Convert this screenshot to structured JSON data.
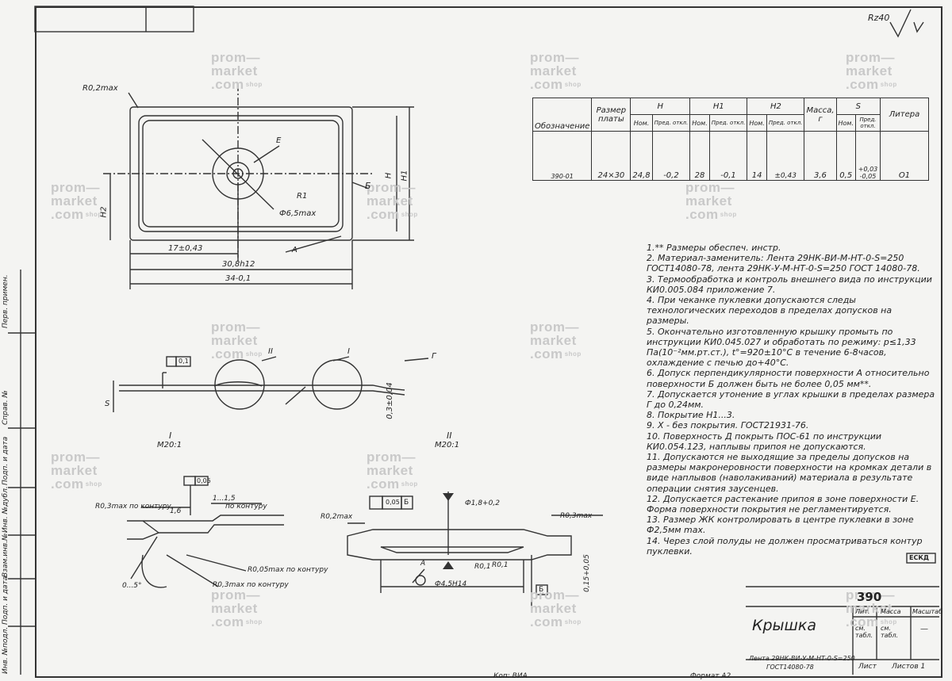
{
  "drawing": {
    "roughness": "Rz40",
    "title": "Крышка",
    "designation": "390",
    "material_line1": "Лента 29НК-ВИ-У-М-НТ-0-S=250",
    "material_line2": "ГОСТ14080-78",
    "format": "Формат А2",
    "copy": "Коп: ВИА",
    "stamp_labels": [
      "Лит.",
      "Масса",
      "Масштаб"
    ],
    "stamp_values": [
      "см. табл.",
      "см. табл.",
      "—"
    ],
    "sheet_label": "Лист",
    "sheets_label": "Листов 1",
    "code_box": "ЕСКД"
  },
  "dims": {
    "r02max": "R0,2max",
    "e_mark": "Е",
    "b_mark": "Б",
    "r1": "R1",
    "phi65": "Ф6,5max",
    "d17": "17±0,43",
    "d308": "30,8h12",
    "d34": "34-0,1",
    "a_mark": "А",
    "h2": "H2",
    "h1": "H1",
    "h": "H",
    "flat": "0,1",
    "s": "S",
    "ii": "II",
    "i": "I",
    "g": "Г",
    "d024": "0,3±0,04"
  },
  "detail1": {
    "title": "I",
    "scale": "М20:1",
    "flat": "0,05",
    "r03": "R0,3max по контуру",
    "d16": "1,6",
    "d115": "1...1,5",
    "bycontour": "по контуру",
    "r005": "R0,05max по контуру",
    "r03b": "R0,3max по контуру",
    "angle": "0...5°"
  },
  "detail2": {
    "title": "II",
    "scale": "М20:1",
    "tol": "0,05",
    "base": "Б",
    "r02": "R0,2max",
    "phi18": "Ф1,8+0,2",
    "r03": "R0,3max",
    "r01": "R0,1",
    "r01b": "R0,1",
    "a": "А",
    "phi45": "Ф4,5Н14",
    "b": "Б",
    "d015": "0,15+0,05"
  },
  "table": {
    "head": [
      "Обозначение",
      "Размер платы",
      "H",
      "H1",
      "H2",
      "Масса, г",
      "S",
      "Литера"
    ],
    "sub": [
      "Ном.",
      "Пред. откл."
    ],
    "row": [
      "390-01",
      "24×30",
      "24,8",
      "-0,2",
      "28",
      "-0,1",
      "14",
      "±0,43",
      "3,6",
      "0,5",
      "+0,03 -0,05",
      "О1"
    ]
  },
  "notes": [
    "1.** Размеры обеспеч. инстр.",
    "2. Материал-заменитель: Лента 29НК-ВИ-М-НТ-0-S=250 ГОСТ14080-78, лента 29НК-У-М-НТ-0-S=250 ГОСТ 14080-78.",
    "3. Термообработка и контроль внешнего вида по инструкции КИ0.005.084 приложение 7.",
    "4. При чеканке пуклевки допускаются следы технологических переходов в пределах допусков на размеры.",
    "5. Окончательно изготовленную крышку промыть по инструкции КИ0.045.027 и обработать по режиму: р≤1,33 Па(10⁻²мм.рт.ст.), t°=920±10°С в течение 6-8часов, охлаждение с печью до+40°С.",
    "6. Допуск перпендикулярности поверхности А относительно поверхности Б должен быть не более 0,05 мм**.",
    "7. Допускается утонение в углах крышки в пределах размера Г до 0,24мм.",
    "8. Покрытие Н1...3.",
    "9. Х - без покрытия. ГОСТ21931-76.",
    "10. Поверхность Д покрыть ПОС-61 по инструкции КИ0.054.123, наплывы припоя не допускаются.",
    "11. Допускаются не выходящие за пределы допусков на размеры макронеровности поверхности на кромках детали в виде наплывов (наволакиваний) материала в результате операции снятия заусенцев.",
    "12. Допускается растекание припоя в зоне поверхности Е. Форма поверхности покрытия не регламентируется.",
    "13. Размер ЖК контролировать в центре пуклевки в зоне Ф2,5мм max.",
    "14. Через слой полуды не должен просматриваться контур пуклевки."
  ],
  "side": [
    "Перв. примен.",
    "Справ. №",
    "Подп. и дата",
    "Инв. №дубл.",
    "Взам.инв.№",
    "Подп. и дата",
    "Инв. №подл."
  ],
  "watermark": {
    "line1": "prom—",
    "line2": "market",
    "line3": ".com",
    "shop": "shop"
  }
}
